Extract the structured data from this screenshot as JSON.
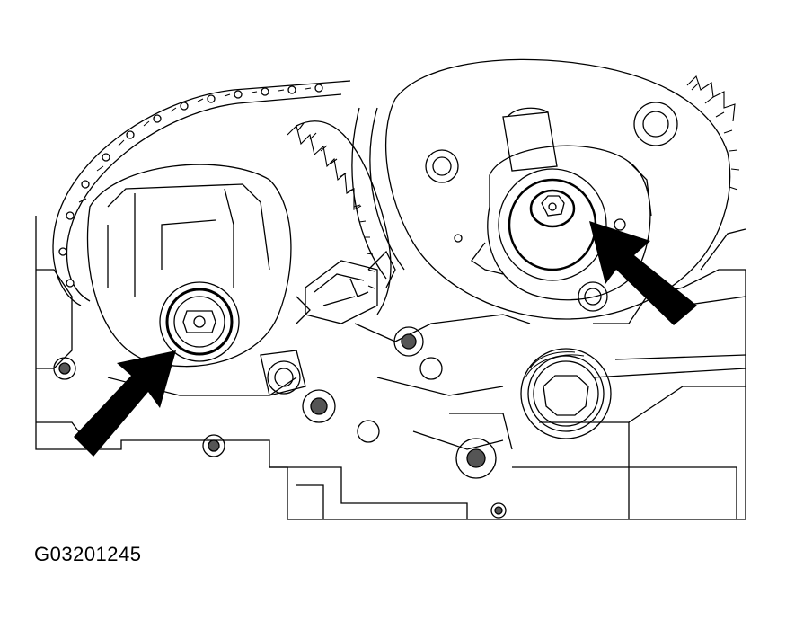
{
  "figure": {
    "id_label": "G03201245"
  },
  "colors": {
    "line": "#000000",
    "background": "#ffffff",
    "shade": "#bdbdbd",
    "dark_shade": "#555555"
  },
  "callouts": [
    {
      "name": "left-sprocket-bolt-arrow",
      "points_to": "left-sprocket-center-bolt"
    },
    {
      "name": "right-sprocket-bolt-arrow",
      "points_to": "right-sprocket-center-bolt"
    }
  ]
}
